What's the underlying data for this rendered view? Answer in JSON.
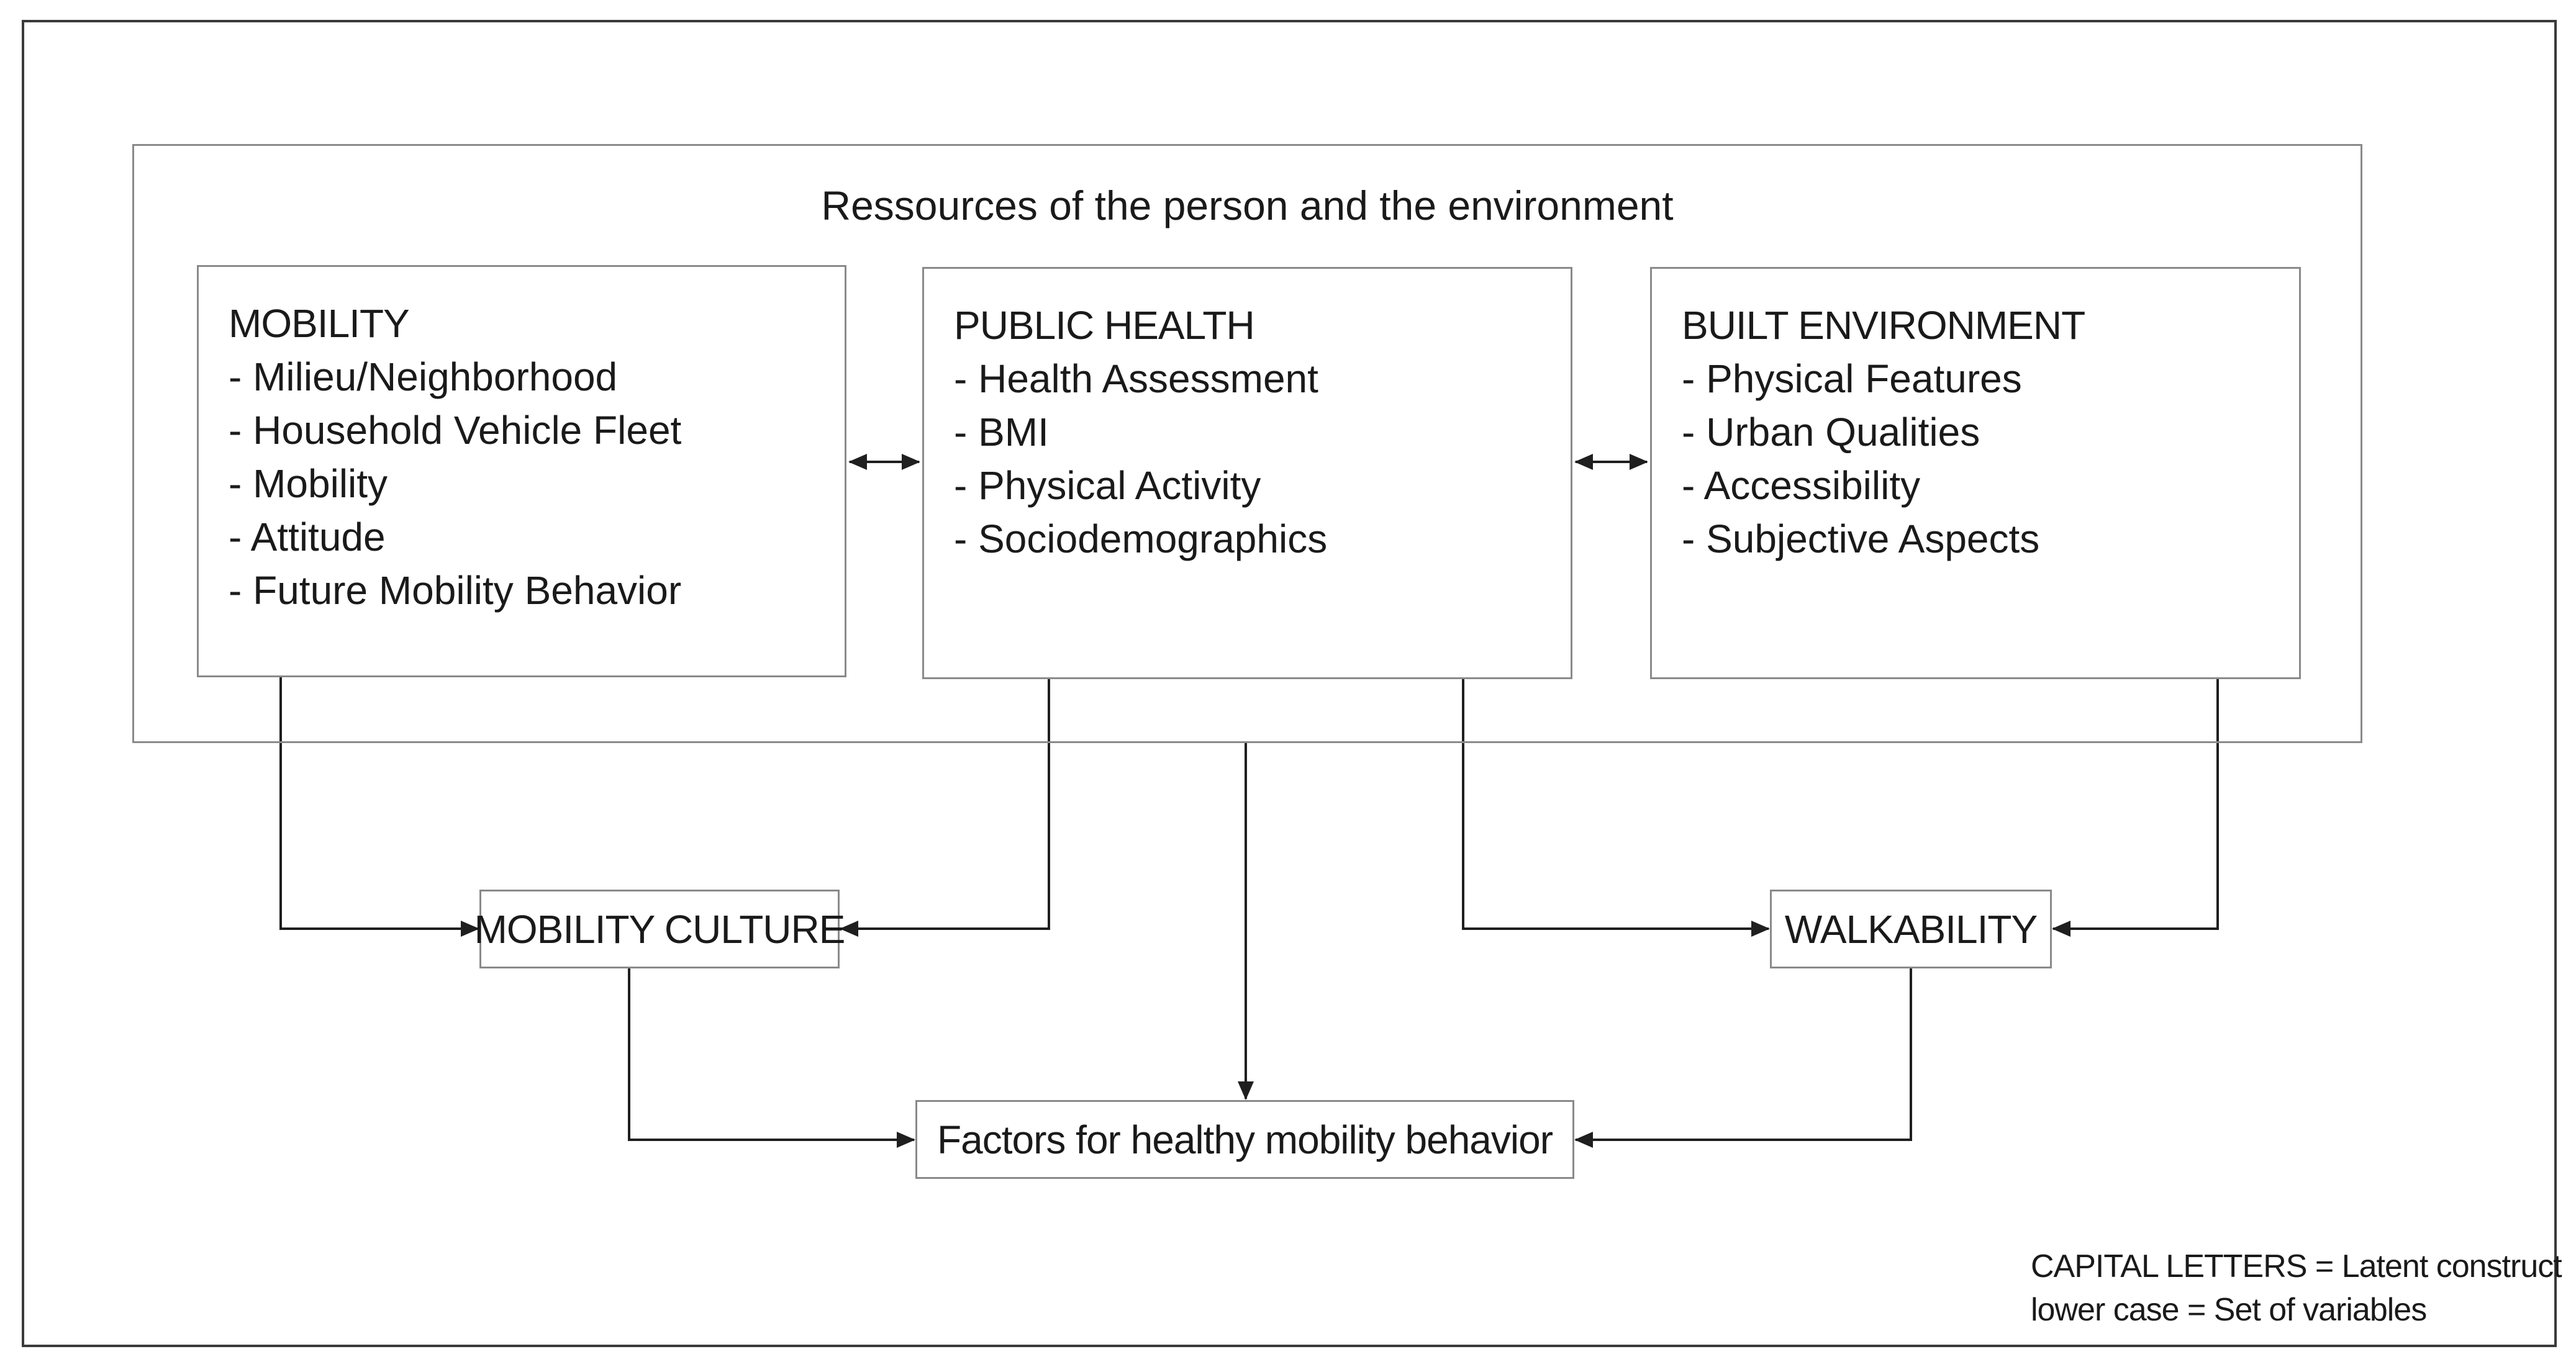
{
  "outer_box": {
    "title": "Ressources of the person and the environment"
  },
  "constructs": [
    {
      "id": "mobility",
      "title": "MOBILITY",
      "items": [
        "- Milieu/Neighborhood",
        "- Household Vehicle Fleet",
        "- Mobility",
        "- Attitude",
        "- Future Mobility Behavior"
      ]
    },
    {
      "id": "public-health",
      "title": "PUBLIC HEALTH",
      "items": [
        "- Health Assessment",
        "- BMI",
        "- Physical Activity",
        "- Sociodemographics"
      ]
    },
    {
      "id": "built-environment",
      "title": "BUILT ENVIRONMENT",
      "items": [
        "- Physical Features",
        "- Urban Qualities",
        "- Accessibility",
        "- Subjective Aspects"
      ]
    }
  ],
  "nodes": {
    "mobility_culture": "MOBILITY CULTURE",
    "walkability": "WALKABILITY",
    "factors": "Factors for healthy mobility behavior"
  },
  "legend": {
    "line1": "CAPITAL LETTERS = Latent construct",
    "line2": "lower case = Set of variables"
  },
  "colors": {
    "line": "#1f1f1f",
    "box_border": "#8a8a8a",
    "frame": "#3a3a3a"
  }
}
